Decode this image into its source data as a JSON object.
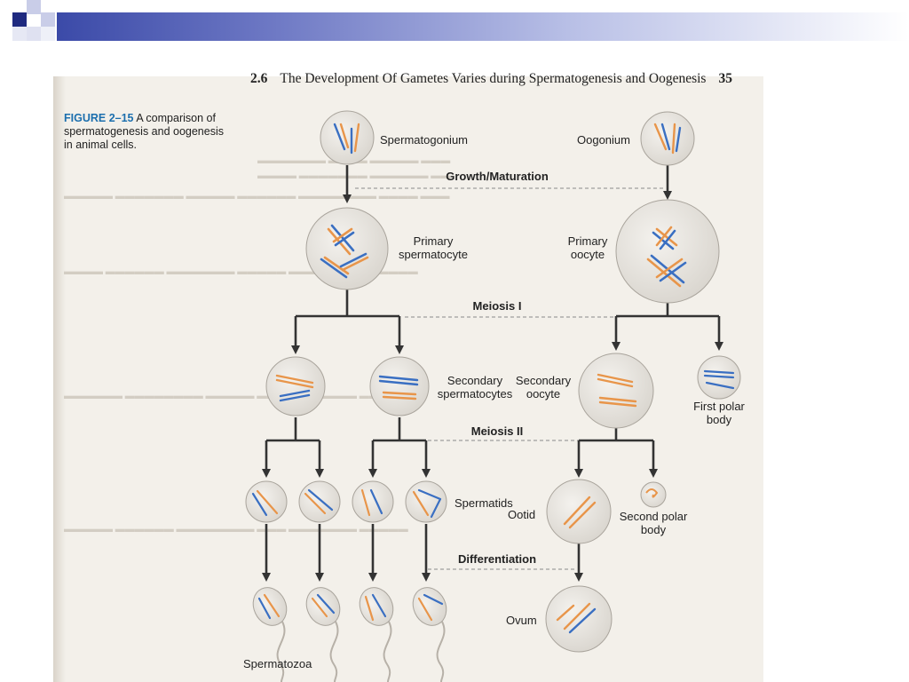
{
  "page_header": {
    "section": "2.6",
    "title": "The Development Of Gametes Varies during Spermatogenesis and Oogenesis",
    "page_number": "35"
  },
  "caption": {
    "figure_label": "FIGURE 2–15",
    "text": "A comparison of spermatogenesis and oogenesis in animal cells."
  },
  "stages": {
    "growth": "Growth/Maturation",
    "meiosis1": "Meiosis I",
    "meiosis2": "Meiosis II",
    "differentiation": "Differentiation"
  },
  "spermatogenesis": {
    "spermatogonium": "Spermatogonium",
    "primary_line1": "Primary",
    "primary_line2": "spermatocyte",
    "secondary_line1": "Secondary",
    "secondary_line2": "spermatocytes",
    "spermatids": "Spermatids",
    "spermatozoa": "Spermatozoa"
  },
  "oogenesis": {
    "oogonium": "Oogonium",
    "primary_line1": "Primary",
    "primary_line2": "oocyte",
    "secondary_line1": "Secondary",
    "secondary_line2": "oocyte",
    "first_polar_line1": "First polar",
    "first_polar_line2": "body",
    "ootid": "Ootid",
    "second_polar_line1": "Second polar",
    "second_polar_line2": "body",
    "ovum": "Ovum"
  },
  "colors": {
    "chromosome_blue": "#3a6fc2",
    "chromosome_orange": "#e8954a",
    "cell_fill": "#e4e1db",
    "arrow": "#333333",
    "caption_accent": "#1c6fae",
    "banner_navy": "#2b3990"
  }
}
